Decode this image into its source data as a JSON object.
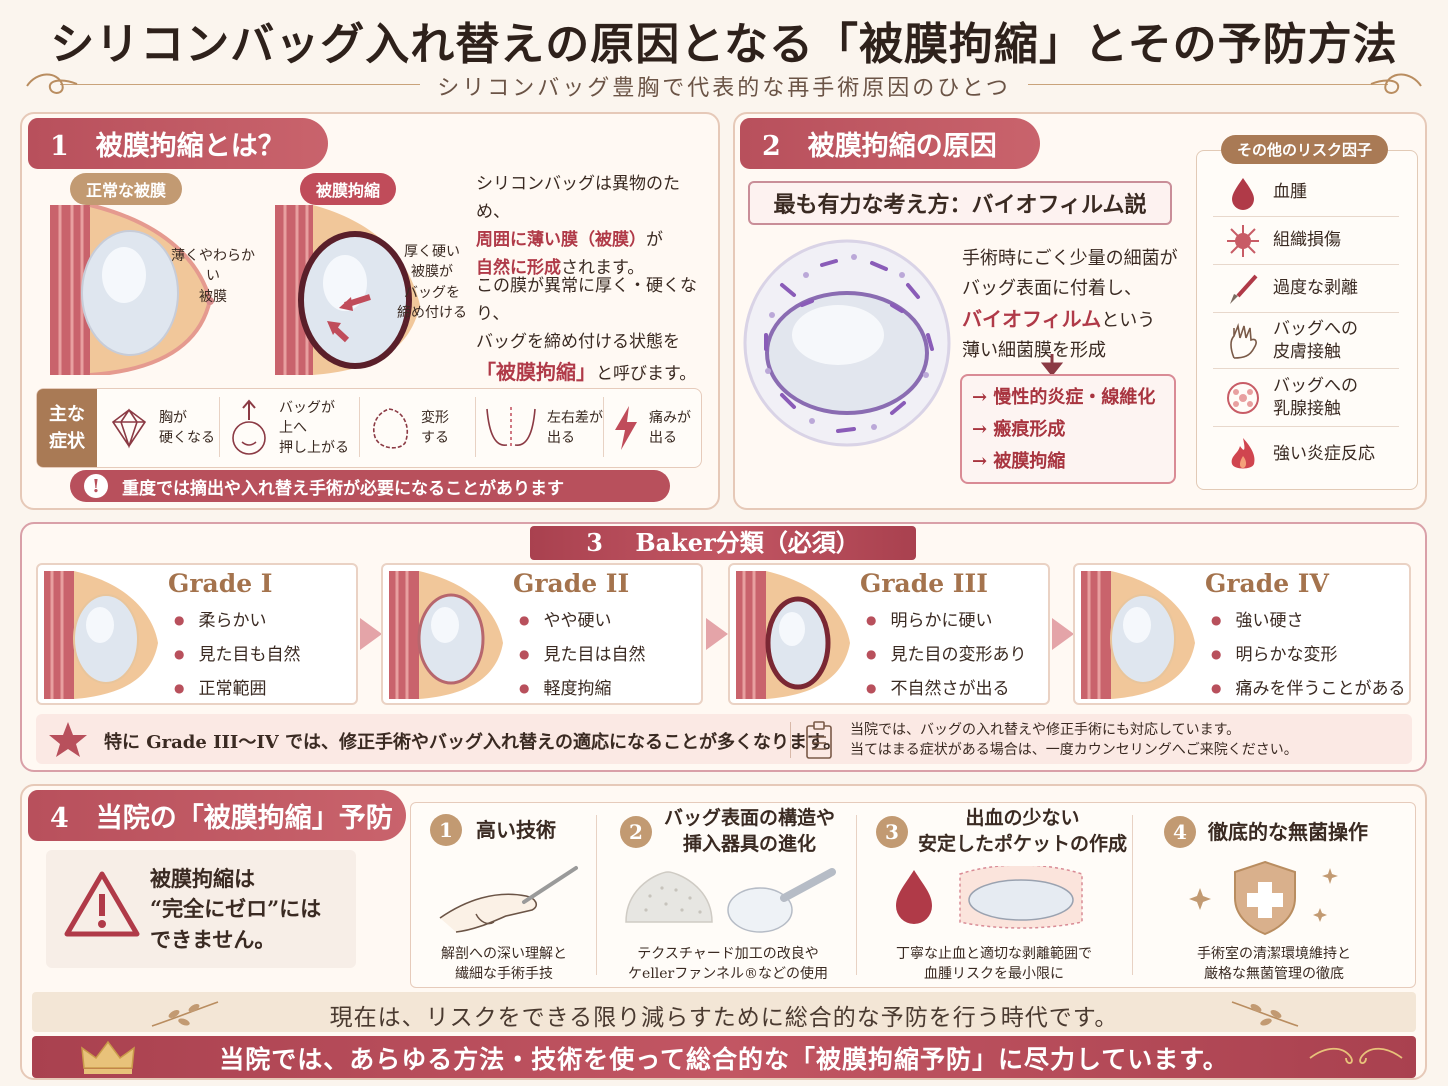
{
  "header": {
    "title": "シリコンバッグ入れ替えの原因となる「被膜拘縮」とその予防方法",
    "subtitle": "シリコンバッグ豊胸で代表的な再手術原因のひとつ"
  },
  "section1": {
    "ribbon": "1　被膜拘縮とは？",
    "normal_label": "正常な被膜",
    "contracture_label": "被膜拘縮",
    "normal_callout": [
      "薄くやわらかい",
      "被膜"
    ],
    "contracture_callout": [
      "厚く硬い",
      "被膜が",
      "バッグを",
      "締め付ける"
    ],
    "desc1": [
      "シリコンバッグは異物のため、",
      "周囲に薄い膜（被膜）が",
      "自然に形成されます。"
    ],
    "desc1_red": [
      "周囲に薄い膜（被膜）",
      "自然に形成"
    ],
    "desc2": [
      "この膜が異常に厚く・硬くなり、",
      "バッグを締め付ける状態を",
      "「被膜拘縮」",
      "と呼びます。"
    ],
    "symptom_label": [
      "主な",
      "症状"
    ],
    "symptoms": [
      {
        "icon": "diamond-icon",
        "text": [
          "胸が",
          "硬くなる"
        ]
      },
      {
        "icon": "push-up-icon",
        "text": [
          "バッグが",
          "上へ",
          "押し上がる"
        ]
      },
      {
        "icon": "deform-icon",
        "text": [
          "変形",
          "する"
        ]
      },
      {
        "icon": "asymmetry-icon",
        "text": [
          "左右差が",
          "出る"
        ]
      },
      {
        "icon": "lightning-icon",
        "text": [
          "痛みが",
          "出る"
        ]
      }
    ],
    "warning": "重度では摘出や入れ替え手術が必要になることがあります"
  },
  "section2": {
    "ribbon": "2　被膜拘縮の原因",
    "theory": "最も有力な考え方：バイオフィルム説",
    "desc": [
      "手術時にごく少量の細菌が",
      "バッグ表面に付着し、",
      "バイオフィルム",
      "という",
      "薄い細菌膜を形成"
    ],
    "results": [
      "→ 慢性的炎症・線維化",
      "→ 瘢痕形成",
      "→ 被膜拘縮"
    ],
    "risk_title": "その他のリスク因子",
    "risks": [
      {
        "icon": "blood-drop-icon",
        "text": [
          "血腫"
        ]
      },
      {
        "icon": "tissue-damage-icon",
        "text": [
          "組織損傷"
        ]
      },
      {
        "icon": "scalpel-icon",
        "text": [
          "過度な剥離"
        ]
      },
      {
        "icon": "hand-icon",
        "text": [
          "バッグへの",
          "皮膚接触"
        ]
      },
      {
        "icon": "mammary-gland-icon",
        "text": [
          "バッグへの",
          "乳腺接触"
        ]
      },
      {
        "icon": "flame-icon",
        "text": [
          "強い炎症反応"
        ]
      }
    ]
  },
  "section3": {
    "ribbon": "3　 Baker分類（必須）",
    "grades": [
      {
        "title": "Grade I",
        "items": [
          "柔らかい",
          "見た目も自然",
          "正常範囲"
        ],
        "capsule": "#e9c59b"
      },
      {
        "title": "Grade II",
        "items": [
          "やや硬い",
          "見た目は自然",
          "軽度拘縮"
        ],
        "capsule": "#b7666d"
      },
      {
        "title": "Grade III",
        "items": [
          "明らかに硬い",
          "見た目の変形あり",
          "不自然さが出る"
        ],
        "capsule": "#7a2733"
      },
      {
        "title": "Grade IV",
        "items": [
          "強い硬さ",
          "明らかな変形",
          "痛みを伴うことがある"
        ],
        "capsule": "#e9c59b"
      }
    ],
    "note": "特に Grade III～IV では、修正手術やバッグ入れ替えの適応になることが多くなります。",
    "clinic_note": [
      "当院では、バッグの入れ替えや修正手術にも対応しています。",
      "当てはまる症状がある場合は、一度カウンセリングへご来院ください。"
    ]
  },
  "section4": {
    "ribbon": "4　当院の「被膜拘縮」予防",
    "caution": [
      "被膜拘縮は",
      "“完全にゼロ”には",
      "できません。"
    ],
    "methods": [
      {
        "num": "1",
        "head": [
          "高い技術"
        ],
        "caption": [
          "解剖への深い理解と",
          "繊細な手術手技"
        ],
        "icon": "hand-scalpel-icon"
      },
      {
        "num": "2",
        "head": [
          "バッグ表面の構造や",
          "挿入器具の進化"
        ],
        "caption": [
          "テクスチャード加工の改良や",
          "ケellerファンネル®などの使用"
        ],
        "icon": "textured-implant-icon"
      },
      {
        "num": "3",
        "head": [
          "出血の少ない",
          "安定したポケットの作成"
        ],
        "caption": [
          "丁寧な止血と適切な剥離範囲で",
          "血腫リスクを最小限に"
        ],
        "icon": "pocket-icon"
      },
      {
        "num": "4",
        "head": [
          "徹底的な無菌操作"
        ],
        "caption": [
          "手術室の清潔環境維持と",
          "厳格な無菌管理の徹底"
        ],
        "icon": "shield-cross-icon"
      }
    ],
    "banner1": "現在は、リスクをできる限り減らすために総合的な予防を行う時代です。",
    "banner2": "当院では、あらゆる方法・技術を使って総合的な「被膜拘縮予防」に尽力しています。"
  },
  "colors": {
    "accent": "#b8505c",
    "gold": "#c29a72",
    "bg": "#fbf5ee"
  }
}
